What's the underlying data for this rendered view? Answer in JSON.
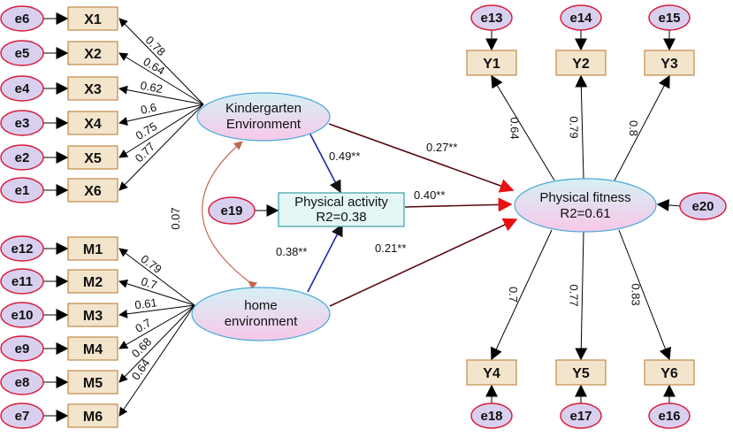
{
  "latents": {
    "kindergarten": [
      "Kindergarten",
      "Environment"
    ],
    "home": [
      "home",
      "environment"
    ],
    "fitness": [
      "Physical fitness",
      "R2=0.61"
    ]
  },
  "mediator": [
    "Physical activity",
    "R2=0.38"
  ],
  "indicators_x": [
    {
      "label": "X1",
      "error": "e6",
      "loading": "0.78"
    },
    {
      "label": "X2",
      "error": "e5",
      "loading": "0.64"
    },
    {
      "label": "X3",
      "error": "e4",
      "loading": "0.62"
    },
    {
      "label": "X4",
      "error": "e3",
      "loading": "0.6"
    },
    {
      "label": "X5",
      "error": "e2",
      "loading": "0.75"
    },
    {
      "label": "X6",
      "error": "e1",
      "loading": "0.77"
    }
  ],
  "indicators_m": [
    {
      "label": "M1",
      "error": "e12",
      "loading": "0.79"
    },
    {
      "label": "M2",
      "error": "e11",
      "loading": "0.7"
    },
    {
      "label": "M3",
      "error": "e10",
      "loading": "0.61"
    },
    {
      "label": "M4",
      "error": "e9",
      "loading": "0.7"
    },
    {
      "label": "M5",
      "error": "e8",
      "loading": "0.68"
    },
    {
      "label": "M6",
      "error": "e7",
      "loading": "0.64"
    }
  ],
  "indicators_y_top": [
    {
      "label": "Y1",
      "error": "e13",
      "loading": "0.64"
    },
    {
      "label": "Y2",
      "error": "e14",
      "loading": "0.79"
    },
    {
      "label": "Y3",
      "error": "e15",
      "loading": "0.8"
    }
  ],
  "indicators_y_bottom": [
    {
      "label": "Y4",
      "error": "e18",
      "loading": "0.7"
    },
    {
      "label": "Y5",
      "error": "e17",
      "loading": "0.77"
    },
    {
      "label": "Y6",
      "error": "e16",
      "loading": "0.83"
    }
  ],
  "errors": {
    "mediator": "e19",
    "fitness": "e20"
  },
  "paths": {
    "kinder_to_activity": "0.49**",
    "home_to_activity": "0.38**",
    "kinder_to_fitness": "0.27**",
    "activity_to_fitness": "0.40**",
    "home_to_fitness": "0.21**",
    "covariance": "0.07"
  },
  "colors": {
    "latent_fill_top": "#d6f0f6",
    "latent_fill_bottom": "#f7c8e8",
    "path_dark": "#5a0a10",
    "path_red": "#e81010",
    "path_blue": "#1a2aa8",
    "covariance": "#c06850"
  }
}
